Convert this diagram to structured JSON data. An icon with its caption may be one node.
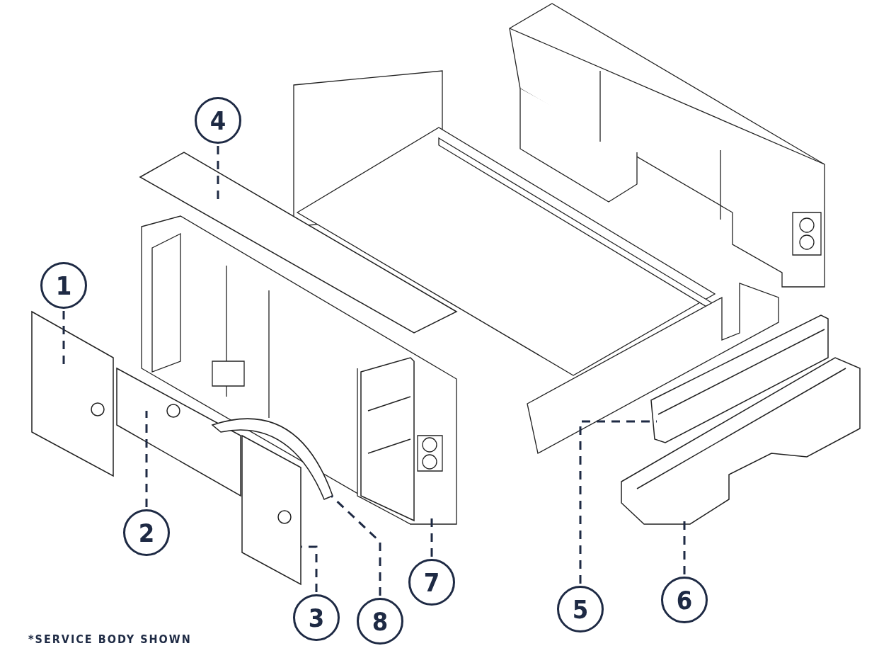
{
  "diagram": {
    "caption": "*SERVICE BODY SHOWN",
    "nodes": [
      {
        "text": [
          "1"
        ]
      },
      {
        "text": [
          "2"
        ]
      },
      {
        "text": [
          "3"
        ]
      },
      {
        "text": [
          "4"
        ]
      },
      {
        "text": [
          "5"
        ]
      },
      {
        "text": [
          "6"
        ]
      },
      {
        "text": [
          "7"
        ]
      },
      {
        "text": [
          "8"
        ]
      },
      {
        "text": [],
        "shape": "picture"
      },
      {
        "text": [],
        "shape": "picture"
      },
      {
        "text": [],
        "shape": "picture"
      },
      {
        "text": [],
        "shape": "picture"
      },
      {
        "text": [],
        "shape": "picture"
      },
      {
        "text": [],
        "shape": "picture"
      },
      {
        "text": [],
        "shape": "picture"
      },
      {
        "text": [],
        "shape": "picture"
      }
    ],
    "edges": [
      {
        "from": 0,
        "to": 8,
        "arrow": "none",
        "style": "dashed"
      },
      {
        "from": 1,
        "to": 9,
        "arrow": "none",
        "style": "dashed"
      },
      {
        "from": 2,
        "to": 11,
        "arrow": "none",
        "style": "dashed"
      },
      {
        "from": 3,
        "to": 10,
        "arrow": "none",
        "style": "dashed"
      },
      {
        "from": 4,
        "to": 15,
        "arrow": "none",
        "style": "dashed"
      },
      {
        "from": 5,
        "to": 14,
        "arrow": "none",
        "style": "dashed"
      },
      {
        "from": 6,
        "to": 13,
        "arrow": "none",
        "style": "dashed"
      },
      {
        "from": 7,
        "to": 12,
        "arrow": "none",
        "style": "dashed"
      }
    ]
  }
}
